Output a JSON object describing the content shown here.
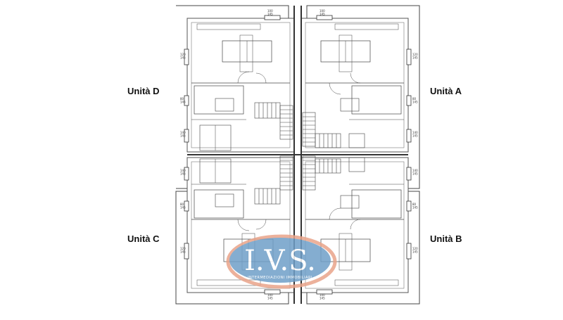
{
  "plan": {
    "units": [
      {
        "id": "d",
        "label": "Unità D"
      },
      {
        "id": "a",
        "label": "Unità A"
      },
      {
        "id": "c",
        "label": "Unità C"
      },
      {
        "id": "b",
        "label": "Unità B"
      }
    ],
    "dimensions": {
      "window_wide": "100\n145",
      "window_tall": "120\n145",
      "window_small": "80\n145",
      "window_door": "140\n145"
    }
  },
  "watermark": {
    "logo_text": "I.V.S.",
    "tagline": "INTERMEDIAZIONI IMMOBILIARI",
    "colors": {
      "ellipse": "#6f9fc8",
      "ring": "#e9a48a"
    }
  }
}
